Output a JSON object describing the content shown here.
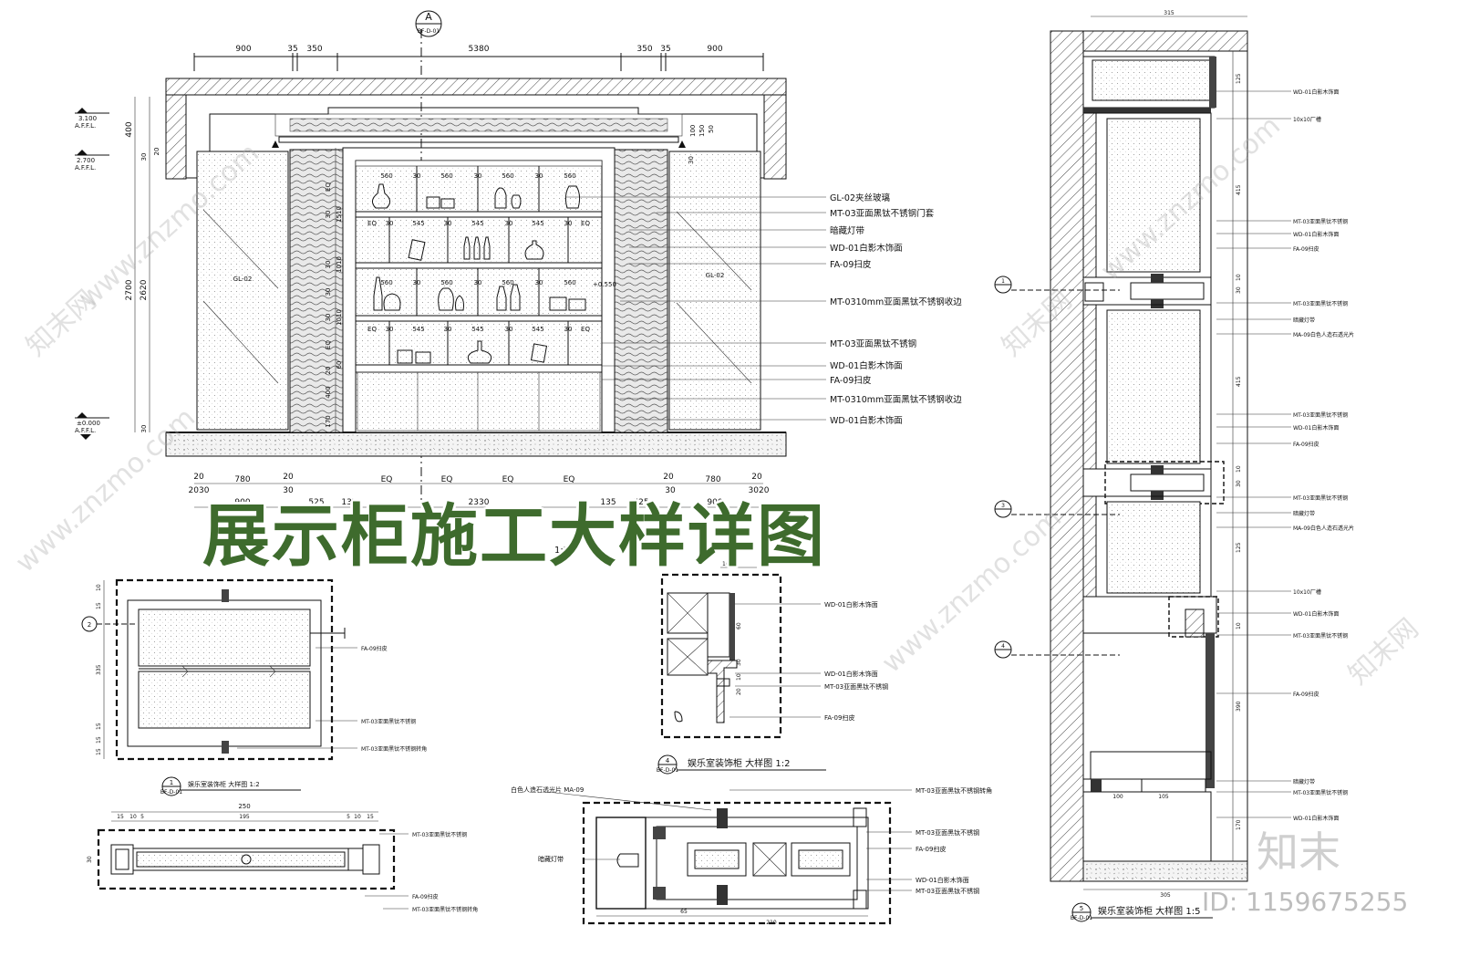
{
  "title": "展示柜施工大样详图",
  "watermark": {
    "site": "www.znzmo.com",
    "brand": "知末网",
    "logo": "知末",
    "id": "ID: 1159675255"
  },
  "elevation": {
    "callout": {
      "letter": "A",
      "sheet": "BF-D-01"
    },
    "top_dims": [
      "900",
      "35",
      "350",
      "5380",
      "350",
      "35",
      "900"
    ],
    "left_levels": [
      {
        "value": "3.100",
        "unit": "A.F.F.L."
      },
      {
        "value": "2.700",
        "unit": "A.F.F.L."
      },
      {
        "value": "±0.000",
        "unit": "A.F.F.L."
      }
    ],
    "left_dims": [
      "400",
      "20",
      "30",
      "2700",
      "2620",
      "30"
    ],
    "right_dims": [
      "100",
      "150",
      "50",
      "30"
    ],
    "shelf_dims": [
      "EQ",
      "30",
      "1510",
      "30",
      "1010",
      "30",
      "1010",
      "30",
      "EQ",
      "20",
      "60",
      "400",
      "170"
    ],
    "row_widths_a": [
      "560",
      "30",
      "560",
      "30",
      "560",
      "30",
      "560"
    ],
    "row_widths_b": [
      "EQ",
      "30",
      "545",
      "30",
      "545",
      "30",
      "545",
      "30",
      "EQ"
    ],
    "glass_tag": "GL-02",
    "level_mark": "+0.550",
    "bottom_dims_a": [
      "20",
      "780",
      "20",
      "EQ",
      "EQ",
      "EQ",
      "EQ",
      "20",
      "780",
      "20"
    ],
    "bottom_dims_b": [
      "2030",
      "30",
      "30",
      "3020"
    ],
    "bottom_dims_c": [
      "900",
      "525",
      "135",
      "2330",
      "135",
      "525",
      "900"
    ],
    "scale_caption": "1:25",
    "notes": [
      "GL-02夹丝玻璃",
      "MT-03亚面黑钛不锈钢门套",
      "暗藏灯带",
      "WD-01白影木饰面",
      "FA-09扫皮",
      "MT-0310mm亚面黑钛不锈钢收边",
      "MT-03亚面黑钛不锈钢",
      "WD-01白影木饰面",
      "FA-09扫皮",
      "MT-0310mm亚面黑钛不锈钢收边",
      "WD-01白影木饰面"
    ]
  },
  "detail1": {
    "callout": {
      "num": "1",
      "sheet": "BF-D-01"
    },
    "side_marker": "2",
    "caption": "娱乐室装饰柜 大样图 1:2",
    "notes": [
      "FA-09扫皮",
      "MT-03亚面黑钛不锈钢",
      "MT-03亚面黑钛不锈钢转角"
    ],
    "dims": [
      "10",
      "15",
      "335",
      "15",
      "15",
      "15"
    ]
  },
  "detail2": {
    "top_dims": [
      "250",
      "15",
      "10",
      "5",
      "195",
      "5",
      "10",
      "15"
    ],
    "side_dim": "30",
    "notes": [
      "MT-03亚面黑钛不锈钢",
      "FA-09扫皮",
      "MT-03亚面黑钛不锈钢转角"
    ]
  },
  "detail4": {
    "callout": {
      "num": "4",
      "sheet": "BF-D-01"
    },
    "caption": "娱乐室装饰柜 大样图 1:2",
    "notes": [
      "WD-01白影木饰面",
      "WD-01白影木饰面",
      "MT-03亚面黑钛不锈钢",
      "FA-09扫皮"
    ],
    "dims": [
      "10",
      "60",
      "30",
      "10",
      "20"
    ]
  },
  "detail3": {
    "notes_left": [
      "白色人造石透光片 MA-09",
      "暗藏灯带"
    ],
    "notes_right": [
      "MT-03亚面黑钛不锈钢转角",
      "MT-03亚面黑钛不锈钢",
      "FA-09扫皮",
      "WD-01白影木饰面",
      "MT-03亚面黑钛不锈钢"
    ],
    "bottom_dims": [
      "65",
      "210"
    ]
  },
  "section": {
    "callout": {
      "num": "5",
      "sheet": "BF-D-01"
    },
    "caption": "娱乐室装饰柜 大样图 1:5",
    "top_dim": "315",
    "bottom_dim": "305",
    "bottom_dims_b": [
      "100",
      "105"
    ],
    "markers": [
      "1",
      "3",
      "4"
    ],
    "notes": [
      "WD-01白影木饰面",
      "10x10厂槽",
      "MT-03亚面黑钛不锈钢",
      "WD-01白影木饰面",
      "FA-09扫皮",
      "MT-03亚面黑钛不锈钢",
      "暗藏灯带",
      "MA-09白色人造石透光片",
      "MT-03亚面黑钛不锈钢",
      "WD-01白影木饰面",
      "FA-09扫皮",
      "MT-03亚面黑钛不锈钢",
      "暗藏灯带",
      "MA-09白色人造石透光片",
      "10x10厂槽",
      "WD-01白影木饰面",
      "MT-03亚面黑钛不锈钢",
      "FA-09扫皮",
      "暗藏灯带",
      "MT-03亚面黑钛不锈钢",
      "WD-01白影木饰面"
    ],
    "dims": [
      "125",
      "415",
      "30",
      "10",
      "415",
      "10",
      "30",
      "10",
      "125",
      "390",
      "170"
    ]
  }
}
